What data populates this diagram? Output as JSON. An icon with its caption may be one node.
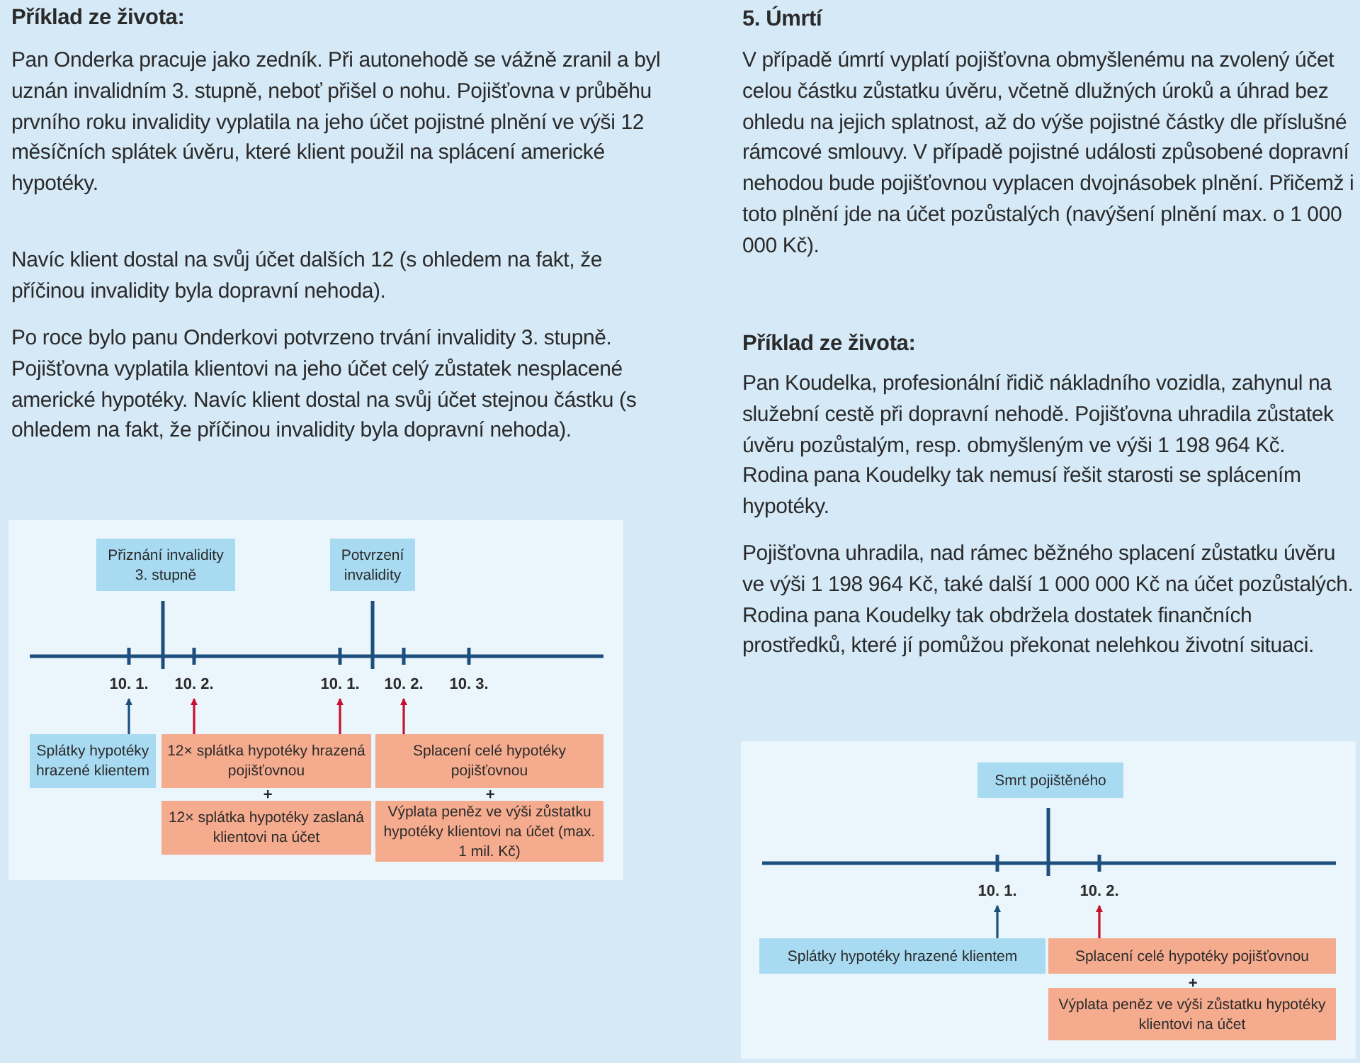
{
  "diagram": {
    "nodes": [
      {
        "text": [
          "Přiznání invalidity 3. stupně"
        ]
      },
      {
        "text": [
          "Potvrzení invalidity"
        ]
      },
      {
        "text": [
          "Splátky hypotéky hrazené klientem"
        ]
      },
      {
        "text": [
          "12× splátka hypotéky hrazená pojišťovnou"
        ]
      },
      {
        "text": [
          "12× splátka hypotéky zaslaná klientovi na účet"
        ]
      },
      {
        "text": [
          "Splacení celé hypotéky pojišťovnou"
        ]
      },
      {
        "text": [
          "Výplata peněz ve výši zůstatku hypotéky klientovi na účet (max. 1 mil. Kč)"
        ]
      },
      {
        "text": [
          "10. 1."
        ]
      },
      {
        "text": [
          "10. 2."
        ]
      },
      {
        "text": [
          "10. 1."
        ]
      },
      {
        "text": [
          "10. 2."
        ]
      },
      {
        "text": [
          "10. 3."
        ]
      },
      {
        "text": [
          "Smrt pojištěného"
        ]
      },
      {
        "text": [
          "10. 1."
        ]
      },
      {
        "text": [
          "10. 2."
        ]
      },
      {
        "text": [
          "Splátky hypotéky hrazené klientem"
        ]
      },
      {
        "text": [
          "Splacení celé hypotéky pojišťovnou"
        ]
      },
      {
        "text": [
          "Výplata peněz ve výši zůstatku hypotéky klientovi na účet"
        ]
      }
    ],
    "edges": [
      {
        "from": 2,
        "to": 7,
        "arrow": "to",
        "color": "#1d4f7c"
      },
      {
        "from": 3,
        "to": 8,
        "arrow": "to"
      },
      {
        "from": 3,
        "to": 9,
        "arrow": "to"
      },
      {
        "from": 5,
        "to": 10,
        "arrow": "to"
      },
      {
        "from": 15,
        "to": 13,
        "arrow": "to",
        "color": "#1d4f7c"
      },
      {
        "from": 16,
        "to": 14,
        "arrow": "to"
      }
    ],
    "labels": [
      "Příklad ze života:",
      "Pan Onderka pracuje jako zedník. Při autonehodě se vážně zranil a byl uznán invalidním 3. stupně, neboť přišel o nohu. Pojišťovna v průběhu prvního roku invalidity vyplatila na jeho účet pojistné plnění ve výši 12 měsíčních splátek úvěru, které klient použil na splácení americké hypotéky.",
      "Navíc klient dostal na svůj účet dalších 12 (s ohledem na fakt, že příčinou invalidity byla dopravní nehoda).",
      "Po roce bylo panu Onderkovi potvrzeno trvání invalidity 3. stupně. Pojišťovna vyplatila klientovi na jeho účet celý zůstatek nesplacené americké hypotéky. Navíc klient dostal na svůj účet stejnou částku (s ohledem na fakt, že příčinou invalidity byla dopravní nehoda).",
      "+",
      "+",
      "5. Úmrtí",
      "V případě úmrtí vyplatí pojišťovna obmyšlenému na zvolený účet celou částku zůstatku úvěru, včetně dlužných úroků a úhrad bez ohledu na jejich splatnost, až do výše pojistné částky dle příslušné rámcové smlouvy. V případě pojistné události způsobené dopravní nehodou bude pojišťovnou vyplacen dvojnásobek plnění. Přičemž i toto plnění jde na účet pozůstalých (navýšení plnění max. o 1 000 000 Kč).",
      "Příklad ze života:",
      "Pan Koudelka, profesionální řidič nákladního vozidla, zahynul na služební cestě při dopravní nehodě. Pojišťovna uhradila zůstatek úvěru pozůstalým, resp. obmyšleným ve výši 1 198 964 Kč. Rodina pana Koudelky tak nemusí řešit starosti se splácením hypotéky.",
      "Pojišťovna uhradila, nad rámec běžného splacení zůstatku úvěru ve výši 1 198 964 Kč, také další 1 000 000 Kč na účet pozůstalých. Rodina pana Koudelky tak obdržela dostatek finančních prostředků, které jí pomůžou překonat nelehkou životní situaci.",
      "+"
    ]
  }
}
